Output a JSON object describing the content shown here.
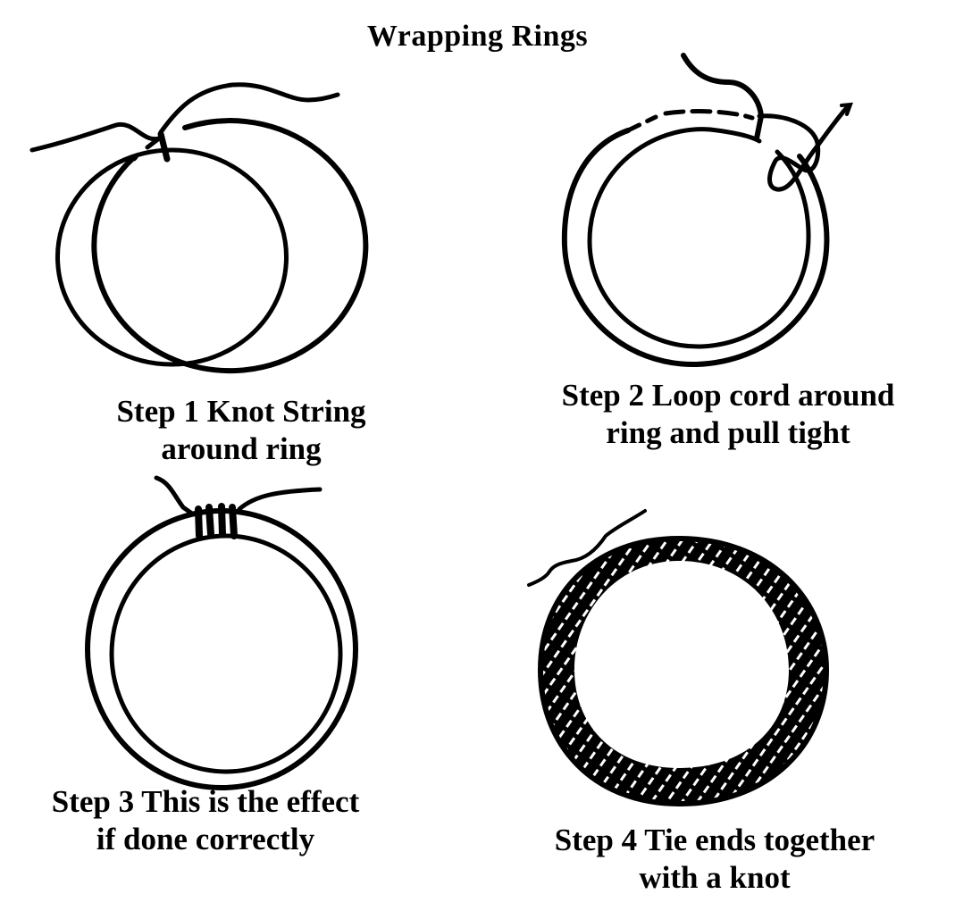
{
  "title": "Wrapping Rings",
  "steps": [
    {
      "number": 1,
      "caption_lines": [
        "Step  1 Knot String",
        "around ring"
      ],
      "illustration": "ring-with-knotted-string-icon"
    },
    {
      "number": 2,
      "caption_lines": [
        "Step 2 Loop cord around",
        "ring and pull tight"
      ],
      "illustration": "ring-with-looped-cord-icon"
    },
    {
      "number": 3,
      "caption_lines": [
        "Step 3 This is the effect",
        "if done correctly"
      ],
      "illustration": "ring-with-partial-wraps-icon"
    },
    {
      "number": 4,
      "caption_lines": [
        "Step 4 Tie ends together",
        "with a knot"
      ],
      "illustration": "fully-wrapped-ring-icon"
    }
  ],
  "colors": {
    "ink": "#000000",
    "paper": "#ffffff"
  }
}
